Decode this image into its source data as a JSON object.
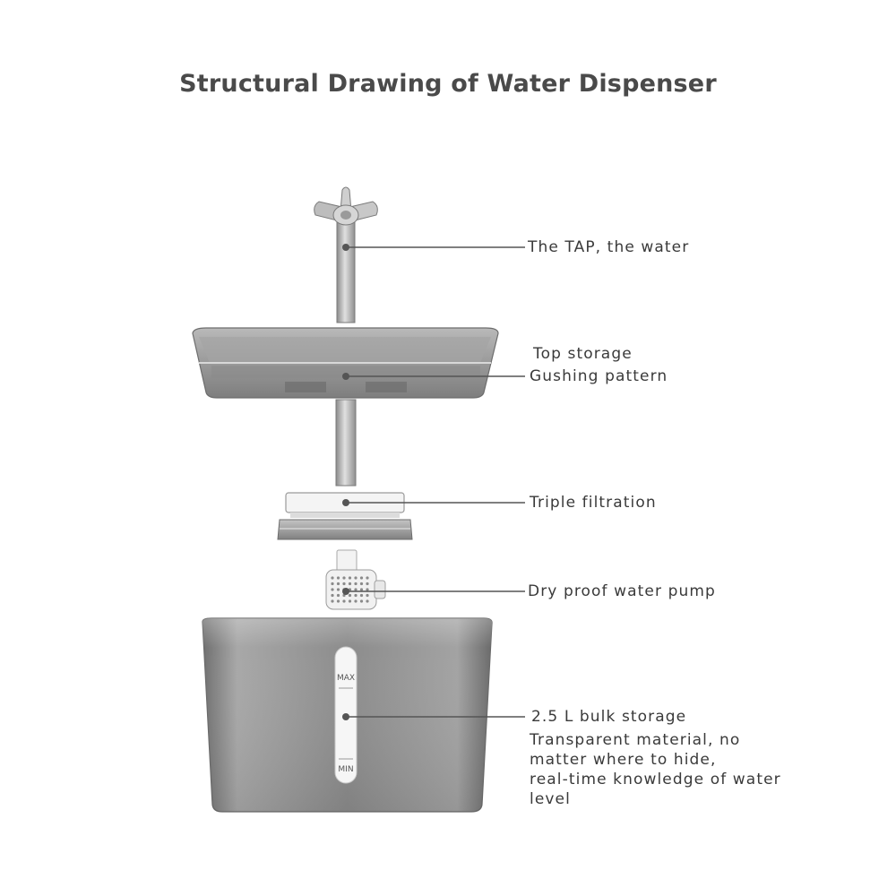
{
  "title": "Structural Drawing of Water Dispenser",
  "labels": {
    "tap": "The TAP, the water",
    "top_storage": "Top storage",
    "gushing": "Gushing pattern",
    "filtration": "Triple filtration",
    "pump": "Dry proof water pump",
    "bulk": "2.5 L bulk storage",
    "description": [
      "Transparent material, no",
      "matter where to hide,",
      "real-time knowledge of water",
      "level"
    ]
  },
  "gauge": {
    "max": "MAX",
    "min": "MIN"
  },
  "colors": {
    "leader_line": "#555555",
    "body_grey": "#8d8d8d",
    "title_text": "#4a4a4a"
  }
}
